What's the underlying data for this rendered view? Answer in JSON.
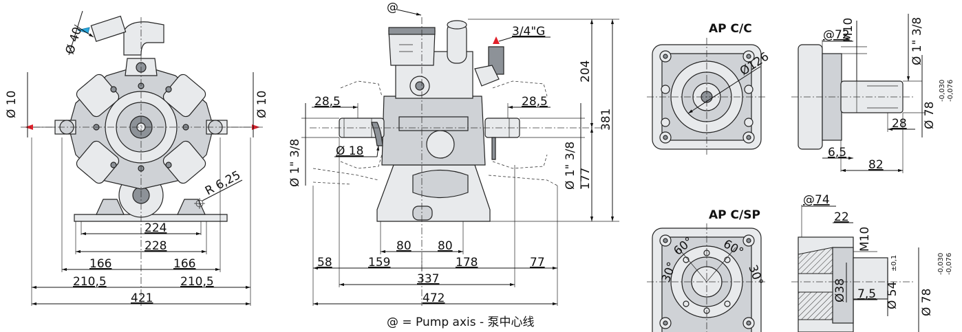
{
  "diagram": {
    "front_view": {
      "dims": {
        "inlet_dia": "Ø 40",
        "left_port_dia": "Ø 10",
        "right_port_dia": "Ø 10",
        "radius": "R 6,25",
        "w224": "224",
        "w228": "228",
        "w166_left": "166",
        "w166_right": "166",
        "w210_left": "210,5",
        "w210_right": "210,5",
        "w421": "421"
      }
    },
    "side_view": {
      "dims": {
        "axis_marker": "@",
        "outlet_thread": "3/4\"G",
        "left_28_5": "28,5",
        "right_28_5": "28,5",
        "shaft_left": "Ø 1\" 3/8",
        "shaft_right": "Ø 1\" 3/8",
        "bore": "Ø 18",
        "h204": "204",
        "h381": "381",
        "h177": "177",
        "w80_left": "80",
        "w80_right": "80",
        "w58": "58",
        "w159": "159",
        "w178": "178",
        "w77": "77",
        "w337": "337",
        "w472": "472"
      },
      "legend": "@ = Pump axis - 泵中心线"
    },
    "ap_cc": {
      "title": "AP C/C",
      "dims": {
        "pcd": "Ø126",
        "at72": "@72",
        "m10": "M10",
        "shaft": "Ø 1\" 3/8",
        "d78": "Ø 78",
        "tol_upper": "-0,030",
        "tol_lower": "-0,076",
        "l28": "28",
        "l6_5": "6,5",
        "l82": "82"
      }
    },
    "ap_csp": {
      "title": "AP C/SP",
      "dims": {
        "a60_left": "60°",
        "a60_right": "60°",
        "a30_left": "30°",
        "a30_right": "30°",
        "at74": "@74",
        "l22": "22",
        "m10": "M10",
        "d38": "Ø38",
        "l7_5": "7,5",
        "d54": "Ø 54",
        "d54_tol": "±0,1",
        "d78": "Ø 78",
        "tol_upper": "-0,030",
        "tol_lower": "-0,076"
      }
    }
  }
}
